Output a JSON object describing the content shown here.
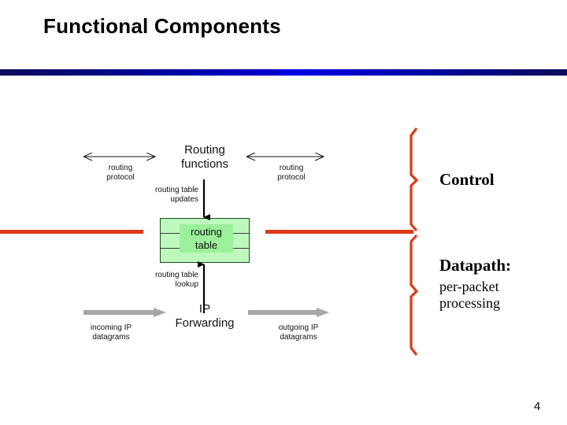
{
  "slide": {
    "title": "Functional Components",
    "page_number": "4",
    "accent_rule_colors": [
      "#0a0a5a",
      "#0000e6"
    ],
    "separator_color": "#dd3a18"
  },
  "diagram": {
    "routing_functions_label": "Routing\nfunctions",
    "left_protocol_label": "routing\nprotocol",
    "right_protocol_label": "routing\nprotocol",
    "updates_label": "routing table\nupdates",
    "lookup_label": "routing table\nlookup",
    "routing_table_label": "routing\ntable",
    "ip_forwarding_label": "IP\nForwarding",
    "incoming_label": "incoming IP\ndatagrams",
    "outgoing_label": "outgoing IP\ndatagrams",
    "table_fill_color": "#bff8bf",
    "table_border_color": "#1d4d1d",
    "datagram_arrow_color": "#a6a6a6"
  },
  "annotations": {
    "control_label": "Control",
    "datapath_label": "Datapath:",
    "datapath_detail": "per-packet\nprocessing",
    "brace_color": "#dd3a18"
  }
}
